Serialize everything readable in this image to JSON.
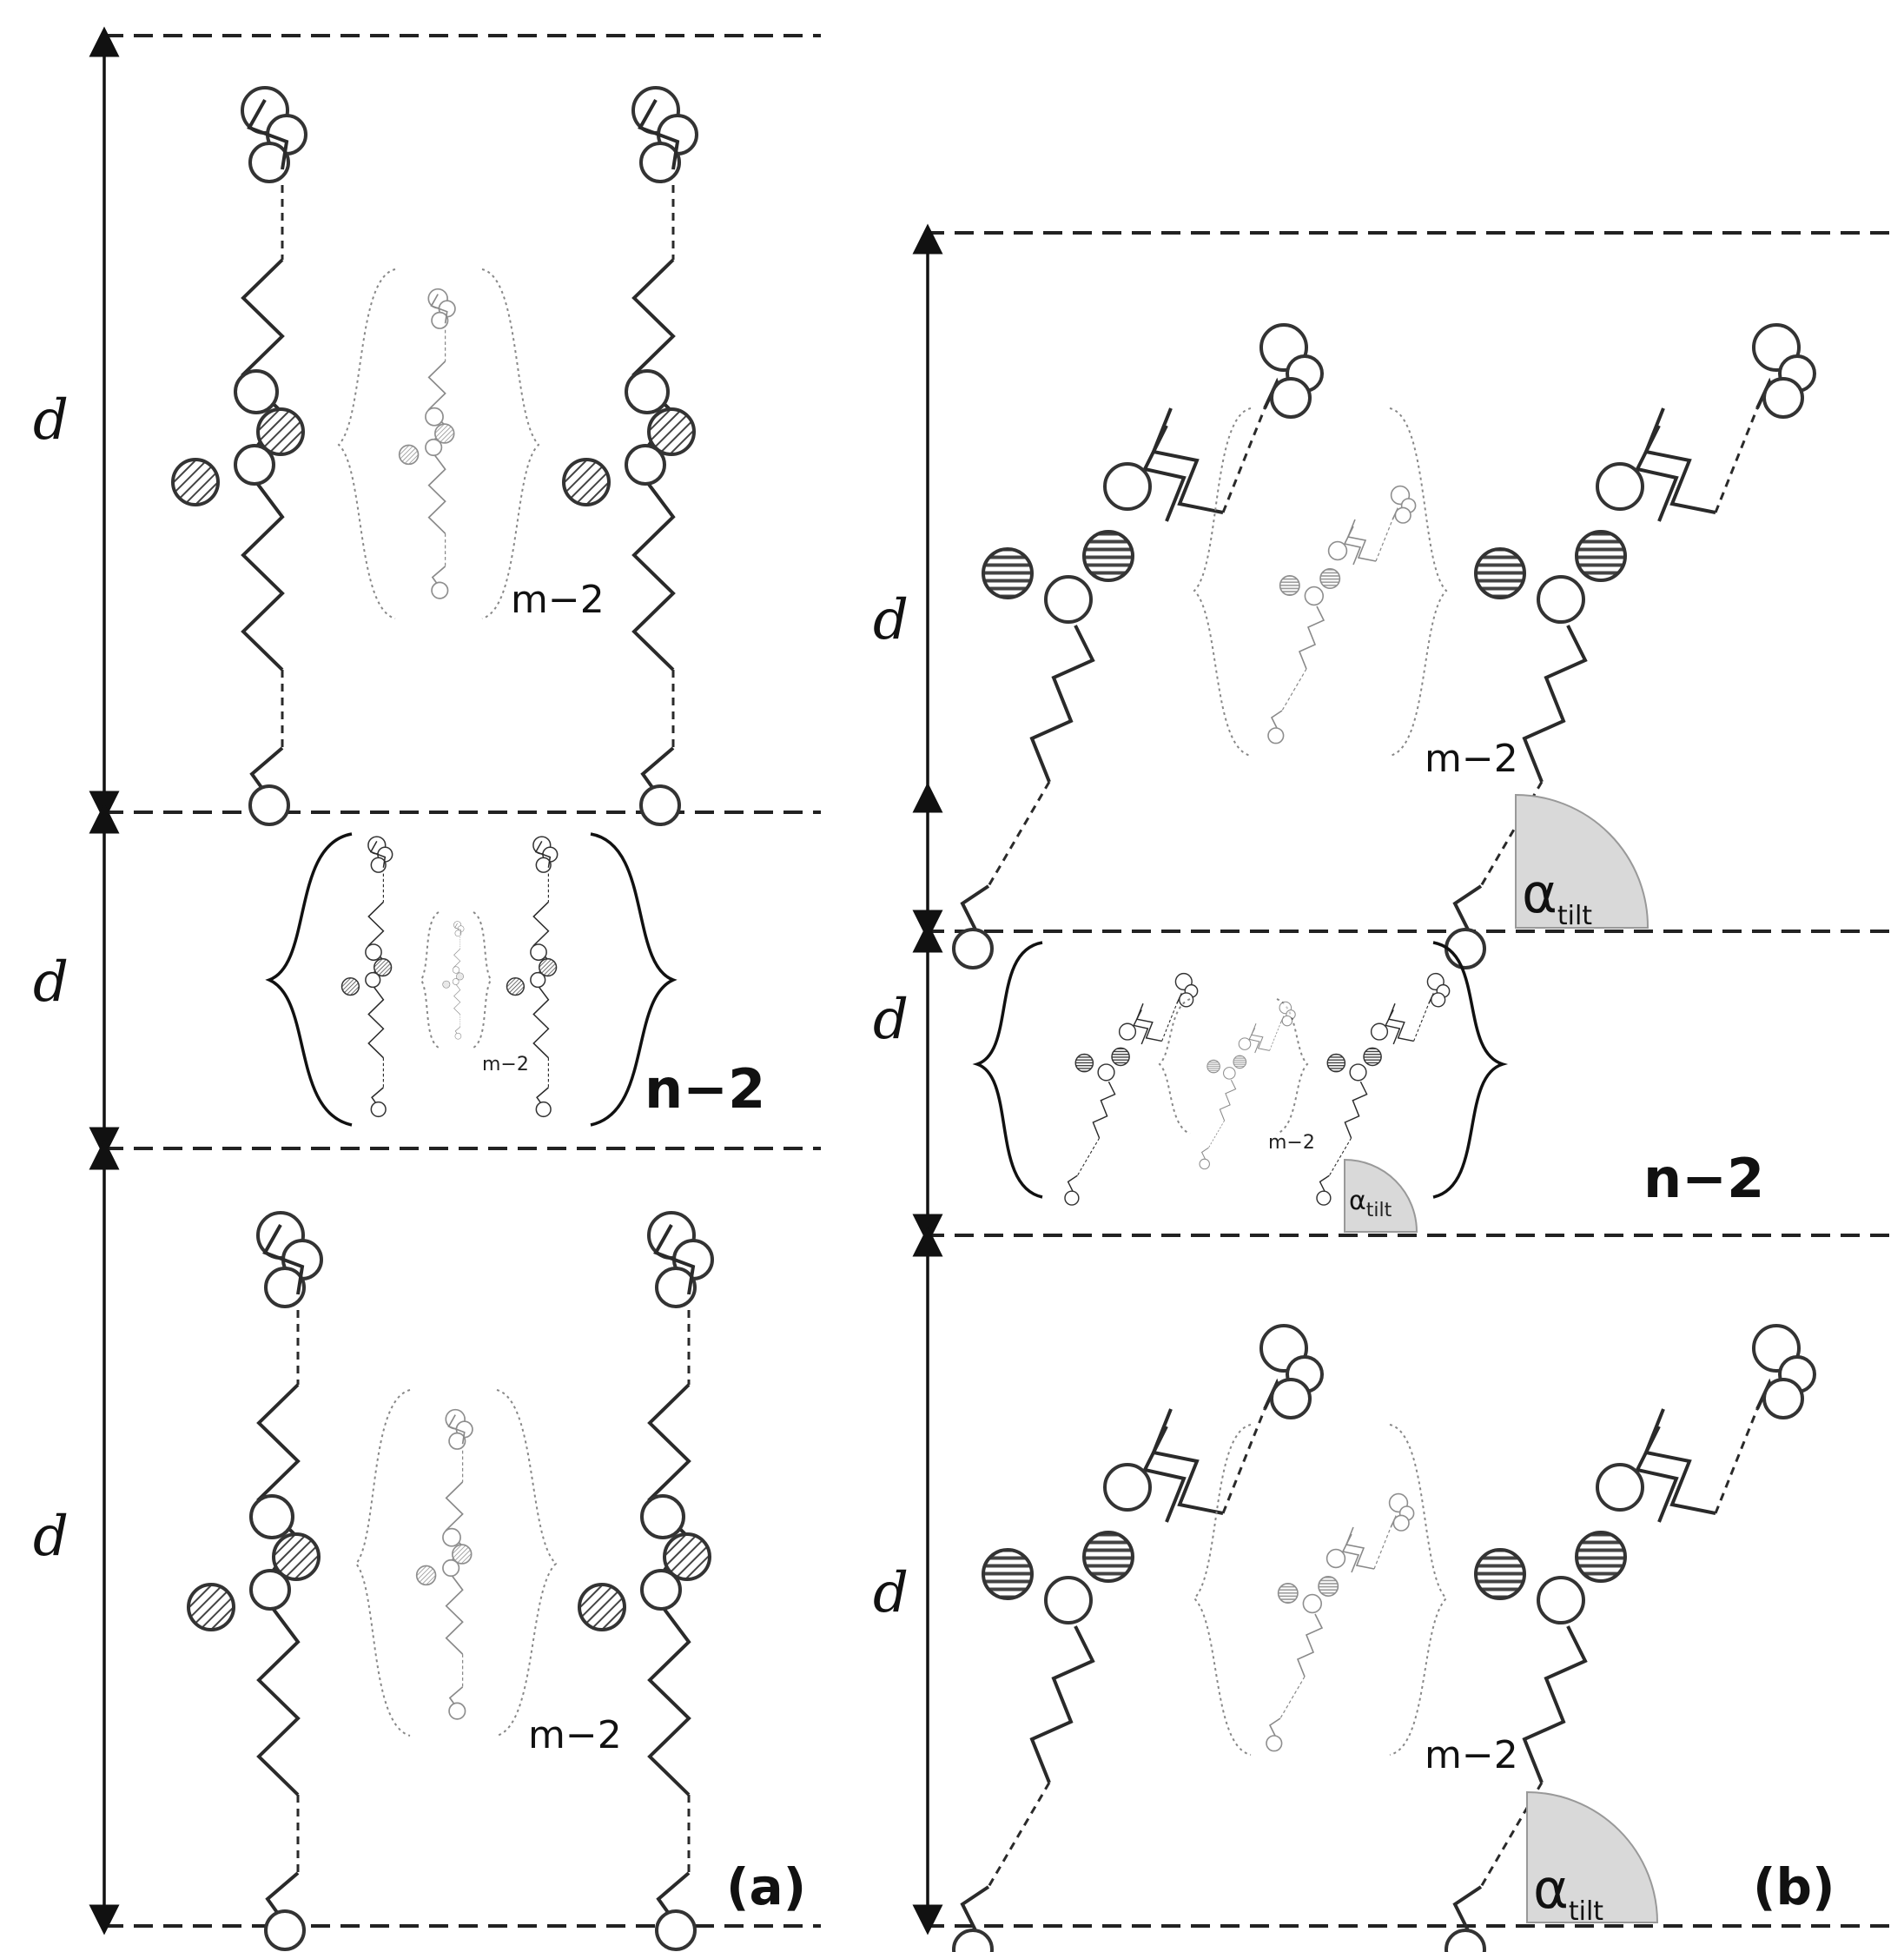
{
  "labels": {
    "d": "d",
    "m_minus_2": "m−2",
    "n_minus_2": "n−2",
    "panel_a": "(a)",
    "panel_b": "(b)",
    "alpha": "α",
    "tilt_subscript": "tilt"
  },
  "colors": {
    "line": "#222222",
    "sector_fill": "#d9d9d9",
    "background": "#ffffff"
  }
}
